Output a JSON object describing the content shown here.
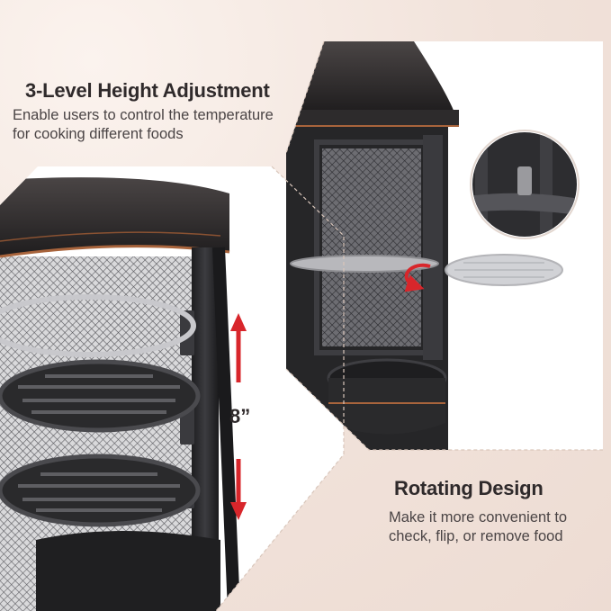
{
  "left_feature": {
    "title": "3-Level Height Adjustment",
    "description_line1": "Enable users to control the temperature",
    "description_line2": "for cooking different foods"
  },
  "right_feature": {
    "title": "Rotating Design",
    "description_line1": "Make it more convenient to",
    "description_line2": "check, flip, or remove food"
  },
  "measurement_label": "8”",
  "colors": {
    "accent_red": "#d8262b",
    "heading_text": "#2f2a2b",
    "body_text": "#4a4445",
    "metal_dark": "#2a2a2c",
    "copper_rim": "#a8643c"
  },
  "icons": {
    "height_arrow": "double-vertical-arrow-icon",
    "rotate_arrow": "rotate-arrow-icon"
  }
}
